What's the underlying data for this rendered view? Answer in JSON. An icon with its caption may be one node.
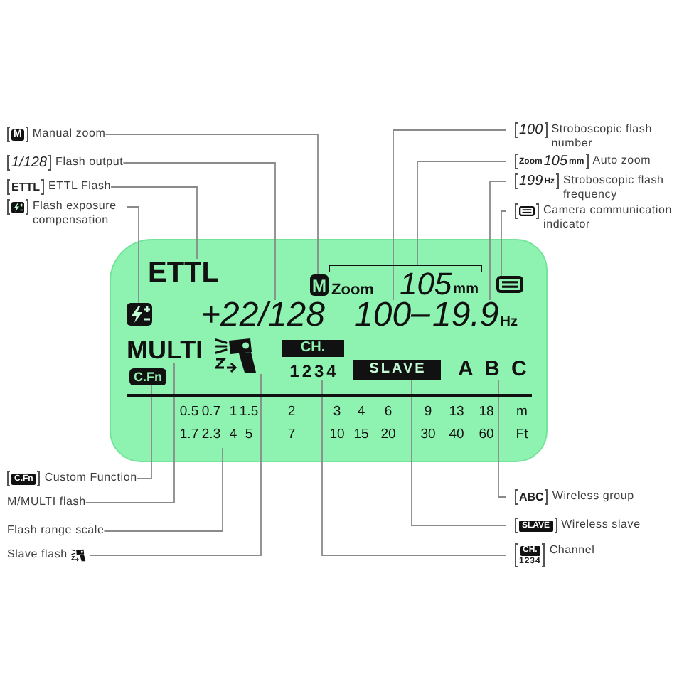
{
  "diagram": {
    "nodes": [
      {
        "text": [
          "M",
          "Manual zoom"
        ]
      },
      {
        "text": [
          "100",
          "Stroboscopic flash number"
        ]
      },
      {
        "text": [
          "1/128",
          "Flash output"
        ]
      },
      {
        "text": [
          "Zoom",
          "105",
          "mm",
          "Auto zoom"
        ]
      },
      {
        "text": [
          "ETTL",
          "ETTL Flash"
        ]
      },
      {
        "text": [
          "199",
          "Hz",
          "Stroboscopic flash frequency"
        ]
      },
      {
        "text": [
          "Flash exposure compensation"
        ]
      },
      {
        "text": [
          "Camera communication indicator"
        ]
      },
      {
        "text": [],
        "shape": "box"
      },
      {
        "text": [
          "ETTL"
        ],
        "in": 8
      },
      {
        "text": [
          "M"
        ],
        "in": 8
      },
      {
        "text": [
          "Zoom",
          "105",
          "mm"
        ],
        "in": 8
      },
      {
        "text": [],
        "shape": "picture",
        "in": 8
      },
      {
        "text": [],
        "shape": "picture",
        "in": 8
      },
      {
        "text": [
          "+22/128"
        ],
        "in": 8
      },
      {
        "text": [
          "100"
        ],
        "in": 8
      },
      {
        "text": [
          "19.9",
          "Hz"
        ],
        "in": 8
      },
      {
        "text": [
          "MULTI"
        ],
        "in": 8
      },
      {
        "text": [],
        "shape": "picture",
        "in": 8
      },
      {
        "text": [
          "CH.",
          "1234"
        ],
        "in": 8
      },
      {
        "text": [
          "SLAVE"
        ],
        "in": 8
      },
      {
        "text": [
          "A B C"
        ],
        "in": 8
      },
      {
        "text": [
          "C.Fn"
        ],
        "in": 8
      },
      {
        "text": [
          "0.5",
          "0.7",
          "1",
          "1.5",
          "2",
          "3",
          "4",
          "6",
          "9",
          "13",
          "18",
          "m",
          "1.7",
          "2.3",
          "4",
          "5",
          "7",
          "10",
          "15",
          "20",
          "30",
          "40",
          "60",
          "Ft"
        ],
        "in": 8
      },
      {
        "text": [
          "C.Fn",
          "Custom Function"
        ]
      },
      {
        "text": [
          "ABC",
          "Wireless group"
        ]
      },
      {
        "text": [
          "M/MULTI flash"
        ]
      },
      {
        "text": [
          "SLAVE",
          "Wireless slave"
        ]
      },
      {
        "text": [
          "Flash range scale"
        ]
      },
      {
        "text": [
          "Slave flash"
        ]
      },
      {
        "text": [
          "CH.",
          "1234",
          "Channel"
        ]
      }
    ],
    "edges": [
      {
        "from": 0,
        "to": 10,
        "arrow": "none"
      },
      {
        "from": 1,
        "to": 15,
        "arrow": "none"
      },
      {
        "from": 2,
        "to": 14,
        "arrow": "none"
      },
      {
        "from": 3,
        "to": 11,
        "arrow": "none"
      },
      {
        "from": 4,
        "to": 9,
        "arrow": "none"
      },
      {
        "from": 5,
        "to": 16,
        "arrow": "none"
      },
      {
        "from": 6,
        "to": 13,
        "arrow": "none"
      },
      {
        "from": 7,
        "to": 12,
        "arrow": "none"
      },
      {
        "from": 24,
        "to": 22,
        "arrow": "none"
      },
      {
        "from": 25,
        "to": 21,
        "arrow": "none"
      },
      {
        "from": 26,
        "to": 17,
        "arrow": "none"
      },
      {
        "from": 27,
        "to": 20,
        "arrow": "none"
      },
      {
        "from": 28,
        "to": 23,
        "arrow": "none"
      },
      {
        "from": 29,
        "to": 18,
        "arrow": "none"
      },
      {
        "from": 30,
        "to": 19,
        "arrow": "none"
      }
    ],
    "labels": [
      "–"
    ]
  }
}
